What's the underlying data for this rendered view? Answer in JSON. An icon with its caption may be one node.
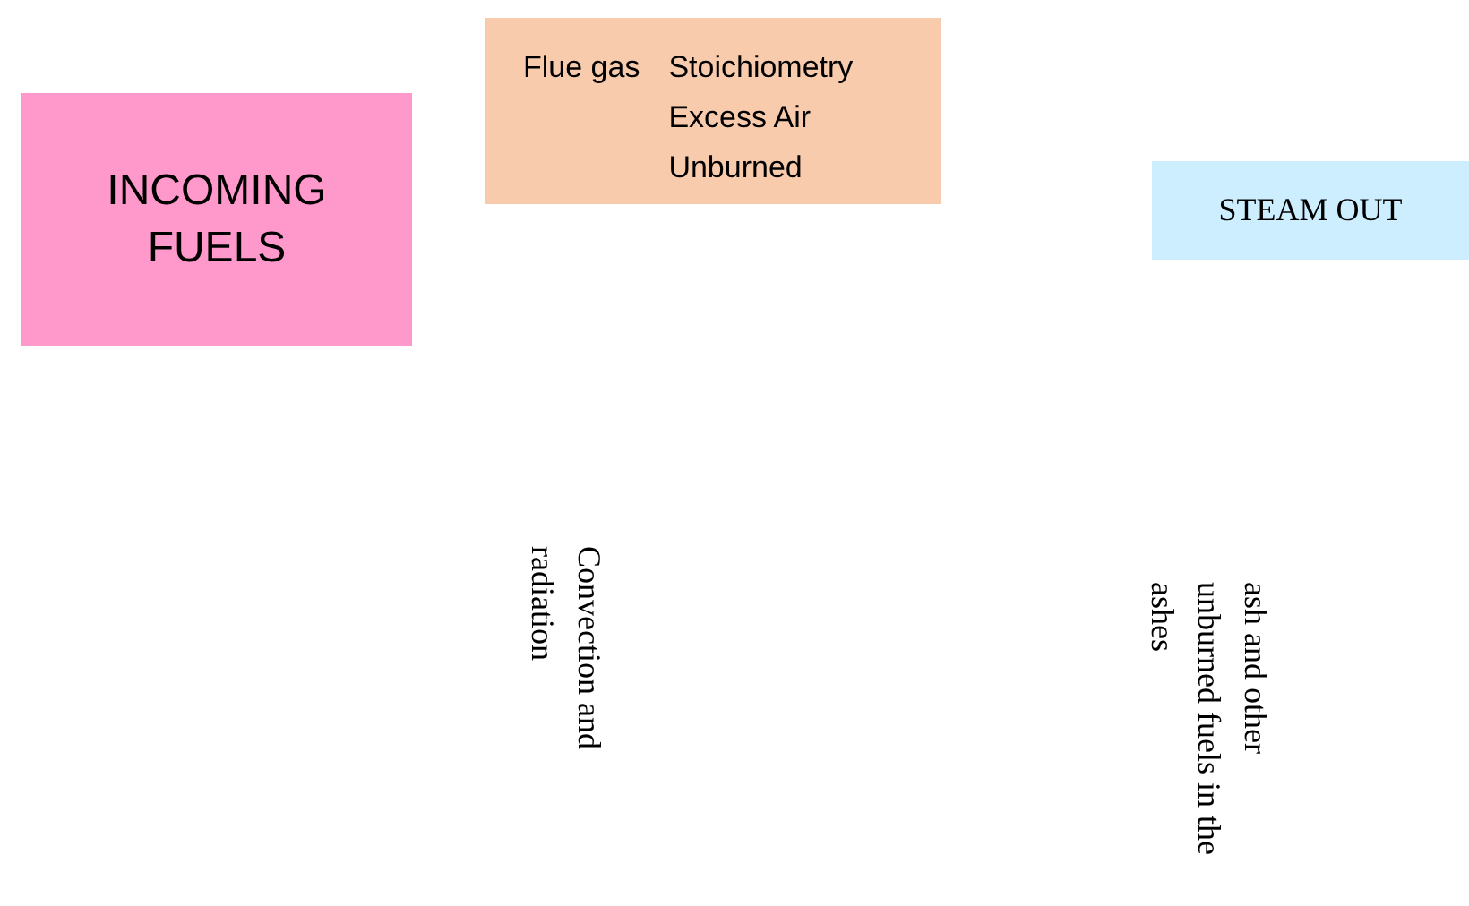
{
  "diagram": {
    "nodes": [
      {
        "text": [
          "INCOMING FUELS"
        ]
      },
      {
        "text": [
          "Flue gas",
          "Stoichiometry Excess Air Unburned"
        ]
      },
      {
        "text": [
          "STEAM OUT"
        ]
      }
    ],
    "labels": [
      "Convection and radiation",
      "ash and other unburned fuels in the ashes"
    ]
  }
}
